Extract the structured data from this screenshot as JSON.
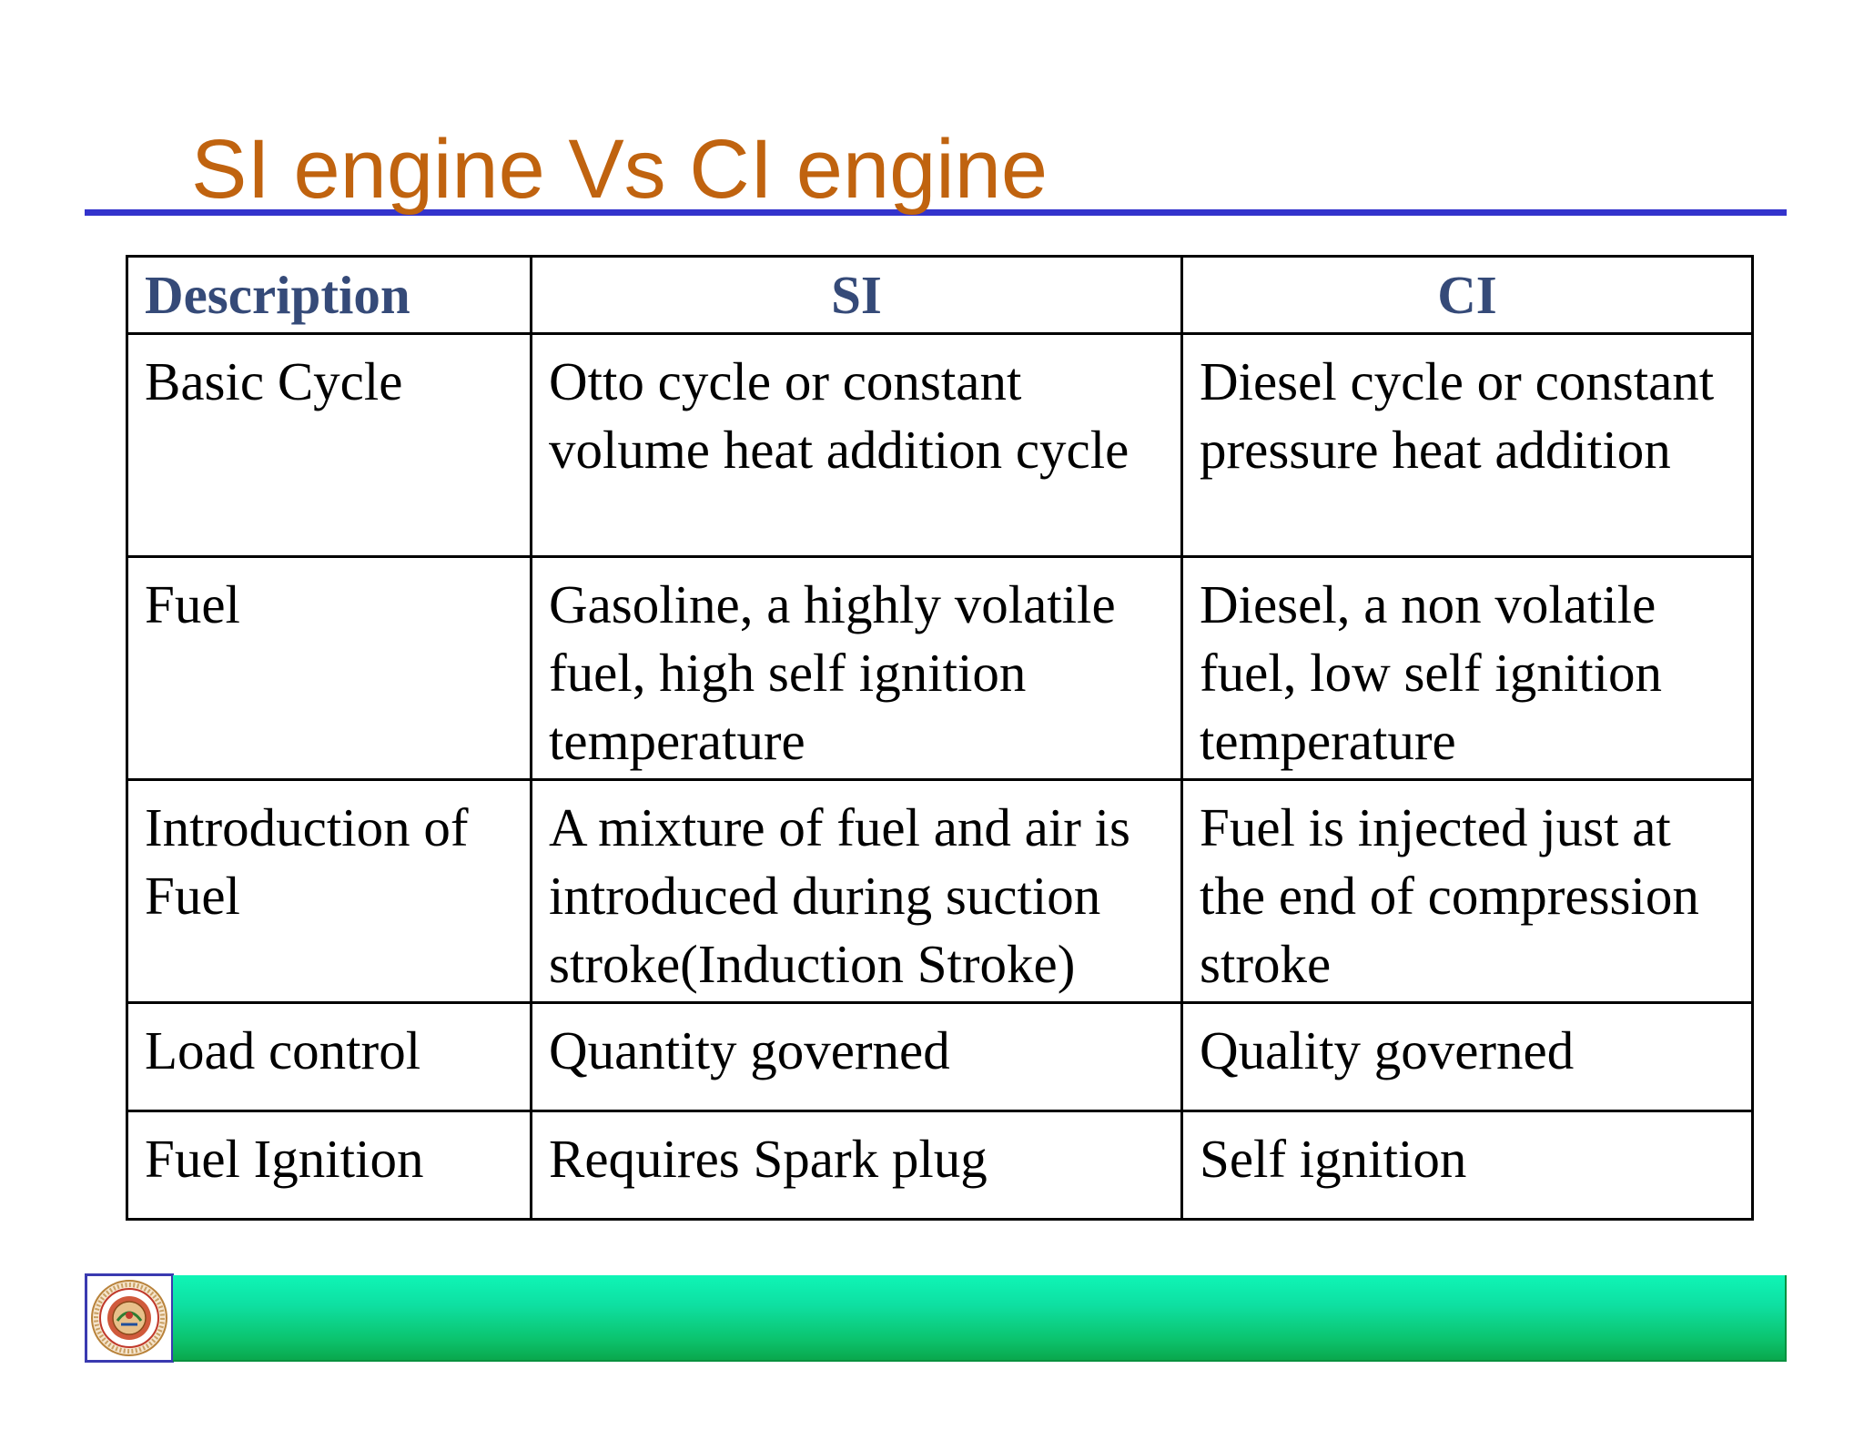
{
  "slide": {
    "title": "SI engine Vs CI engine"
  },
  "table": {
    "headers": [
      "Description",
      "SI",
      "CI"
    ],
    "rows": [
      [
        "Basic Cycle",
        "Otto cycle or constant volume heat addition cycle",
        "Diesel cycle or constant pressure heat addition"
      ],
      [
        "Fuel",
        "Gasoline, a highly volatile fuel, high self ignition temperature",
        "Diesel, a non volatile fuel, low self ignition temperature"
      ],
      [
        "Introduction of Fuel",
        "A mixture of fuel and air is introduced during suction stroke(Induction Stroke)",
        "Fuel is injected just at the end of compression stroke"
      ],
      [
        "Load control",
        "Quantity governed",
        "Quality governed"
      ],
      [
        "Fuel Ignition",
        "Requires Spark plug",
        "Self ignition"
      ]
    ]
  },
  "footer": {
    "logo_icon": "college-seal-icon"
  },
  "colors": {
    "title": "#c0630f",
    "rule": "#3333cc",
    "header_text": "#354a78",
    "footer_bar": "#0ee0a2"
  }
}
